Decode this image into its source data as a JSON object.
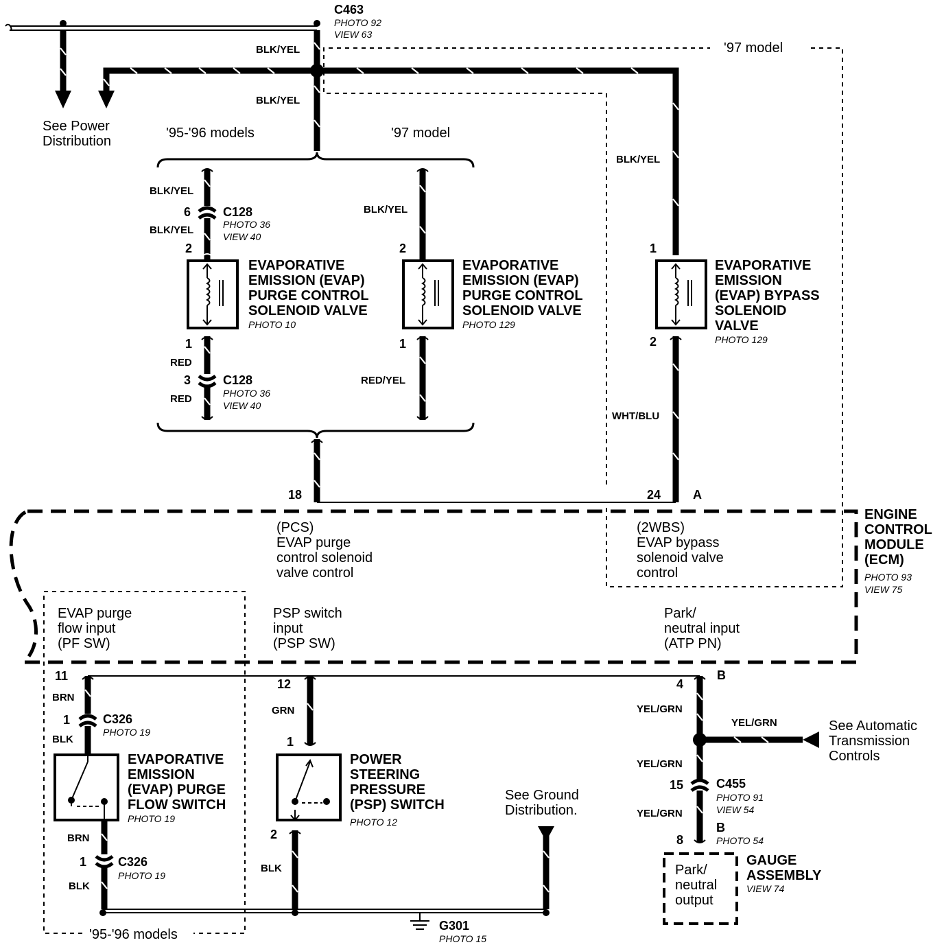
{
  "connectors": {
    "c463": {
      "name": "C463",
      "photo": "PHOTO 92",
      "view": "VIEW 63"
    },
    "c128_top": {
      "name": "C128",
      "photo": "PHOTO 36",
      "view": "VIEW 40",
      "pin_a": "6",
      "pin_b": "2"
    },
    "c128_bot": {
      "name": "C128",
      "photo": "PHOTO 36",
      "view": "VIEW 40",
      "pin_a": "1",
      "pin_b": "3"
    },
    "c326_top": {
      "name": "C326",
      "photo": "PHOTO 19",
      "pin": "1"
    },
    "c326_bot": {
      "name": "C326",
      "photo": "PHOTO 19",
      "pin": "1"
    },
    "c455": {
      "name": "C455",
      "photo": "PHOTO 91",
      "view": "VIEW 54",
      "pin": "15"
    },
    "g301": {
      "name": "G301",
      "photo": "PHOTO 15"
    }
  },
  "wires": {
    "blk_yel": "BLK/YEL",
    "red": "RED",
    "red_yel": "RED/YEL",
    "wht_blu": "WHT/BLU",
    "brn": "BRN",
    "blk": "BLK",
    "grn": "GRN",
    "yel_grn": "YEL/GRN"
  },
  "refs": {
    "power_line1": "See Power",
    "power_line2": "Distribution",
    "ground_line1": "See Ground",
    "ground_line2": "Distribution.",
    "auto_line1": "See Automatic",
    "auto_line2": "Transmission",
    "auto_line3": "Controls"
  },
  "models": {
    "m9596": "'95-'96 models",
    "m97": "'97 model"
  },
  "components": {
    "purge_9596": {
      "l1": "EVAPORATIVE",
      "l2": "EMISSION (EVAP)",
      "l3": "PURGE CONTROL",
      "l4": "SOLENOID VALVE",
      "photo": "PHOTO 10",
      "pin_top": "2",
      "pin_bot": "1"
    },
    "purge_97": {
      "l1": "EVAPORATIVE",
      "l2": "EMISSION (EVAP)",
      "l3": "PURGE CONTROL",
      "l4": "SOLENOID VALVE",
      "photo": "PHOTO 129",
      "pin_top": "2",
      "pin_bot": "1"
    },
    "bypass": {
      "l1": "EVAPORATIVE",
      "l2": "EMISSION",
      "l3": "(EVAP) BYPASS",
      "l4": "SOLENOID",
      "l5": "VALVE",
      "photo": "PHOTO 129",
      "pin_top": "1",
      "pin_bot": "2"
    },
    "flow_switch": {
      "l1": "EVAPORATIVE",
      "l2": "EMISSION",
      "l3": "(EVAP) PURGE",
      "l4": "FLOW SWITCH",
      "photo": "PHOTO 19"
    },
    "psp_switch": {
      "l1": "POWER",
      "l2": "STEERING",
      "l3": "PRESSURE",
      "l4": "(PSP) SWITCH",
      "photo": "PHOTO 12",
      "pin_top": "1",
      "pin_bot": "2"
    },
    "gauge": {
      "l1": "GAUGE",
      "l2": "ASSEMBLY",
      "view": "VIEW 74",
      "pin": "8",
      "pin_letter": "B",
      "photo": "PHOTO 54",
      "in1": "Park/",
      "in2": "neutral",
      "in3": "output"
    }
  },
  "ecm": {
    "l1": "ENGINE",
    "l2": "CONTROL",
    "l3": "MODULE",
    "l4": "(ECM)",
    "photo": "PHOTO 93",
    "view": "VIEW 75",
    "pins": {
      "p18": "18",
      "p24": "24",
      "pa": "A",
      "p11": "11",
      "p12": "12",
      "p4": "4",
      "pb": "B"
    },
    "pcs": {
      "l1": "(PCS)",
      "l2": "EVAP purge",
      "l3": "control solenoid",
      "l4": "valve control"
    },
    "wbs": {
      "l1": "(2WBS)",
      "l2": "EVAP bypass",
      "l3": "solenoid valve",
      "l4": "control"
    },
    "pf": {
      "l1": "EVAP purge",
      "l2": "flow input",
      "l3": "(PF SW)"
    },
    "psp": {
      "l1": "PSP switch",
      "l2": "input",
      "l3": "(PSP SW)"
    },
    "atp": {
      "l1": "Park/",
      "l2": "neutral input",
      "l3": "(ATP PN)"
    }
  }
}
